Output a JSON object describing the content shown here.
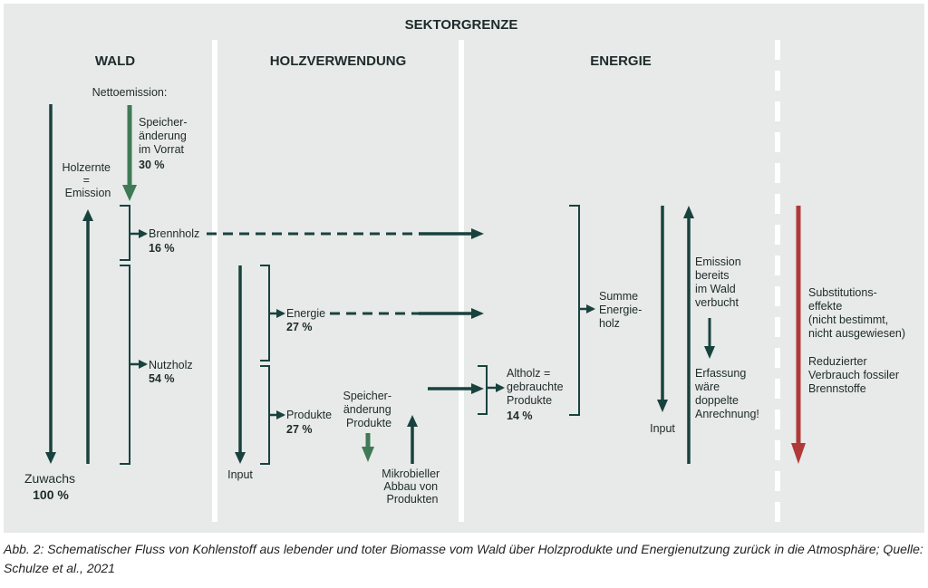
{
  "header": {
    "title": "SEKTORGRENZE"
  },
  "columns": {
    "wald": "WALD",
    "holz": "HOLZVERWENDUNG",
    "energie": "ENERGIE"
  },
  "wald": {
    "netto": "Nettoemission:",
    "speicher": [
      "Speicher-",
      "änderung",
      "im Vorrat"
    ],
    "speicher_pct": "30 %",
    "holzernte": [
      "Holzernte",
      "=",
      "Emission"
    ],
    "brennholz": "Brennholz",
    "brennholz_pct": "16 %",
    "nutzholz": "Nutzholz",
    "nutzholz_pct": "54 %",
    "zuwachs": "Zuwachs",
    "zuwachs_pct": "100 %"
  },
  "holz": {
    "input": "Input",
    "energie": "Energie",
    "energie_pct": "27 %",
    "produkte": "Produkte",
    "produkte_pct": "27 %",
    "speicher": [
      "Speicher-",
      "änderung",
      "Produkte"
    ],
    "abbau": [
      "Mikrobieller",
      "Abbau von",
      "Produkten"
    ]
  },
  "energie": {
    "altholz": [
      "Altholz =",
      "gebrauchte",
      "Produkte"
    ],
    "altholz_pct": "14 %",
    "summe": [
      "Summe",
      "Energie-",
      "holz"
    ],
    "input": "Input",
    "emission": [
      "Emission",
      "bereits",
      "im Wald",
      "verbucht"
    ],
    "erfassung": [
      "Erfassung",
      "wäre",
      "doppelte",
      "Anrechnung!"
    ]
  },
  "substitution": {
    "effekte": [
      "Substitutions-",
      "effekte",
      "(nicht bestimmt,",
      "nicht ausgewiesen)"
    ],
    "reduziert": [
      "Reduzierter",
      "Verbrauch fossiler",
      "Brennstoffe"
    ]
  },
  "colors": {
    "background": "#e7eae8",
    "dark": "#19423f",
    "green": "#3f7a56",
    "red": "#b03a38"
  },
  "caption": "Abb. 2: Schematischer Fluss von Kohlenstoff aus lebender und toter Biomasse vom Wald über Holzprodukte und Energienutzung zurück in die Atmosphäre; Quelle: Schulze et al., 2021"
}
